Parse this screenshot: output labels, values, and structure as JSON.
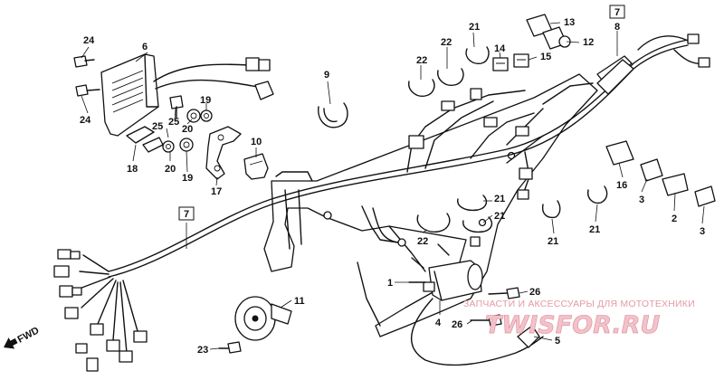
{
  "callouts": {
    "c1": "1",
    "c2": "2",
    "c3a": "3",
    "c3b": "3",
    "c4": "4",
    "c5": "5",
    "c6": "6",
    "c7a": "7",
    "c7b": "7",
    "c8": "8",
    "c9": "9",
    "c10": "10",
    "c11": "11",
    "c12": "12",
    "c13": "13",
    "c14": "14",
    "c15": "15",
    "c16": "16",
    "c17": "17",
    "c18": "18",
    "c19a": "19",
    "c19b": "19",
    "c20a": "20",
    "c20b": "20",
    "c21a": "21",
    "c21b": "21",
    "c21c": "21",
    "c21d": "21",
    "c21e": "21",
    "c22a": "22",
    "c22b": "22",
    "c22c": "22",
    "c23": "23",
    "c24a": "24",
    "c24b": "24",
    "c25": "25",
    "c26a": "26",
    "c26b": "26"
  },
  "fwd_label": "FWD",
  "watermark": {
    "text": "ЗАПЧАСТИ И АКСЕССУАРЫ ДЛЯ МОТОТЕХНИКИ",
    "logo": "TWISFOR.RU"
  }
}
